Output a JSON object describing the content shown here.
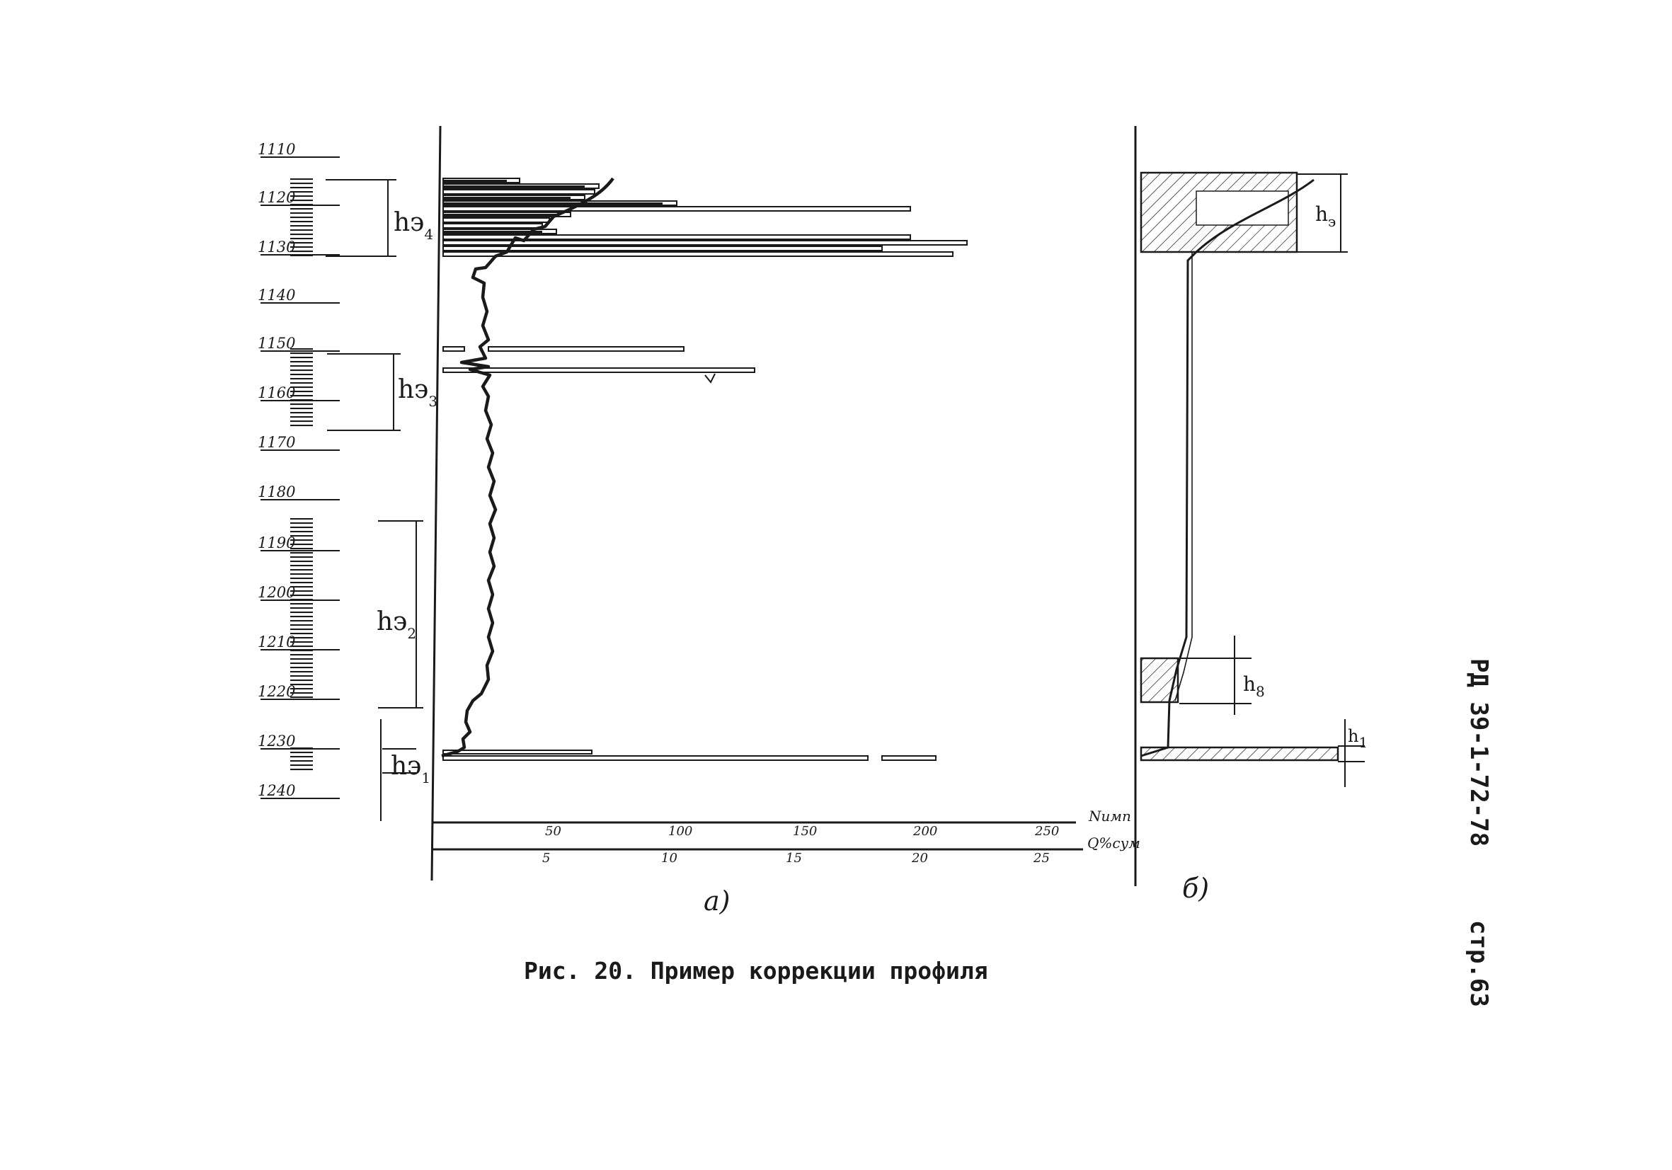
{
  "figure": {
    "caption": "Рис. 20. Пример коррекции профиля",
    "doc_code": "РД 39-1-72-78",
    "page_label": "стр.63",
    "panel_a_label": "а)",
    "panel_b_label": "б)"
  },
  "depth_scale": {
    "labels": [
      "1110",
      "1120",
      "1130",
      "1140",
      "1150",
      "1160",
      "1170",
      "1180",
      "1190",
      "1200",
      "1210",
      "1220",
      "1230",
      "1240"
    ]
  },
  "zones_a": [
    {
      "main": "hэ",
      "sub": "4"
    },
    {
      "main": "hэ",
      "sub": "3"
    },
    {
      "main": "hэ",
      "sub": "2"
    },
    {
      "main": "hэ",
      "sub": "1"
    }
  ],
  "zones_b": [
    {
      "main": "h",
      "sub": "э"
    },
    {
      "main": "h",
      "sub": "8"
    },
    {
      "main": "h",
      "sub": "1"
    }
  ],
  "axes": {
    "n_title": "Nимп",
    "n_ticks": [
      "50",
      "100",
      "150",
      "200",
      "250"
    ],
    "q_title": "Q%сум",
    "q_ticks": [
      "5",
      "10",
      "15",
      "20",
      "25"
    ]
  },
  "colors": {
    "ink": "#1a1a1a",
    "paper": "#ffffff"
  }
}
